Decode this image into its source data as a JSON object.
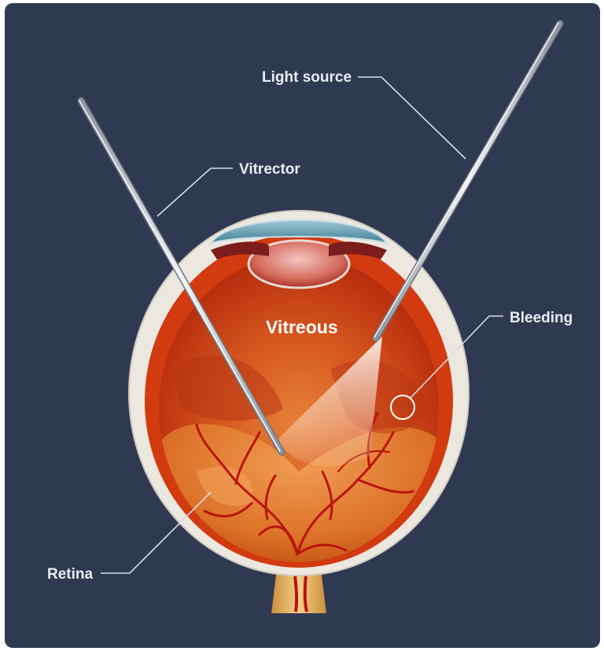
{
  "labels": {
    "light_source": "Light source",
    "vitrector": "Vitrector",
    "vitreous": "Vitreous",
    "bleeding": "Bleeding",
    "retina": "Retina"
  },
  "colors": {
    "background": "#2f3a52",
    "sclera": "#ece8df",
    "choroid": "#d23a10",
    "vitreous_fill": "#c8421a",
    "blood_vessel": "#b8140e",
    "optic_nerve": "#e8b860",
    "instrument": "#c9cdd3",
    "label_text": "#e9edf3"
  }
}
